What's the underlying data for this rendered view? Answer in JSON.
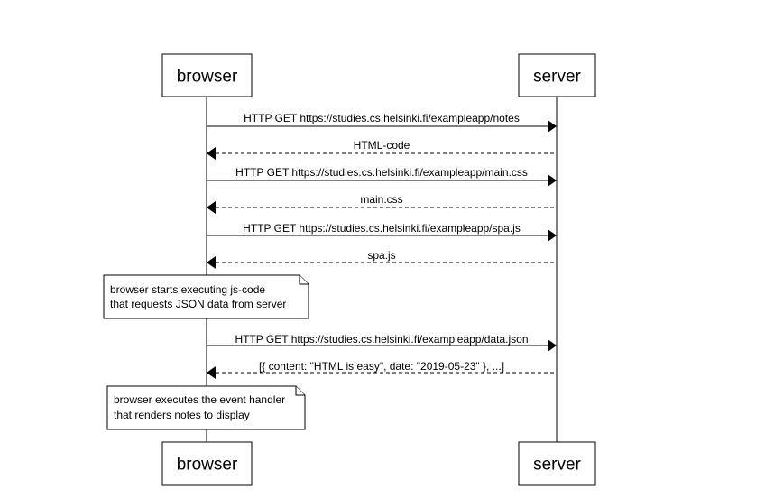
{
  "participants": {
    "browser": "browser",
    "server": "server"
  },
  "messages": [
    {
      "label": "HTTP GET https://studies.cs.helsinki.fi/exampleapp/notes",
      "direction": "request",
      "style": "solid"
    },
    {
      "label": "HTML-code",
      "direction": "response",
      "style": "dashed"
    },
    {
      "label": "HTTP GET https://studies.cs.helsinki.fi/exampleapp/main.css",
      "direction": "request",
      "style": "solid"
    },
    {
      "label": "main.css",
      "direction": "response",
      "style": "dashed"
    },
    {
      "label": "HTTP GET https://studies.cs.helsinki.fi/exampleapp/spa.js",
      "direction": "request",
      "style": "solid"
    },
    {
      "label": "spa.js",
      "direction": "response",
      "style": "dashed"
    },
    {
      "label": "HTTP GET https://studies.cs.helsinki.fi/exampleapp/data.json",
      "direction": "request",
      "style": "solid"
    },
    {
      "label": "[{ content: \"HTML is easy\", date: \"2019-05-23\" }, ...]",
      "direction": "response",
      "style": "dashed"
    }
  ],
  "notes": [
    {
      "line1": "browser starts executing js-code",
      "line2": "that requests JSON data from server"
    },
    {
      "line1": "browser executes the event handler",
      "line2": "that renders notes to display"
    }
  ],
  "colors": {
    "stroke": "#000000",
    "background": "#ffffff"
  }
}
